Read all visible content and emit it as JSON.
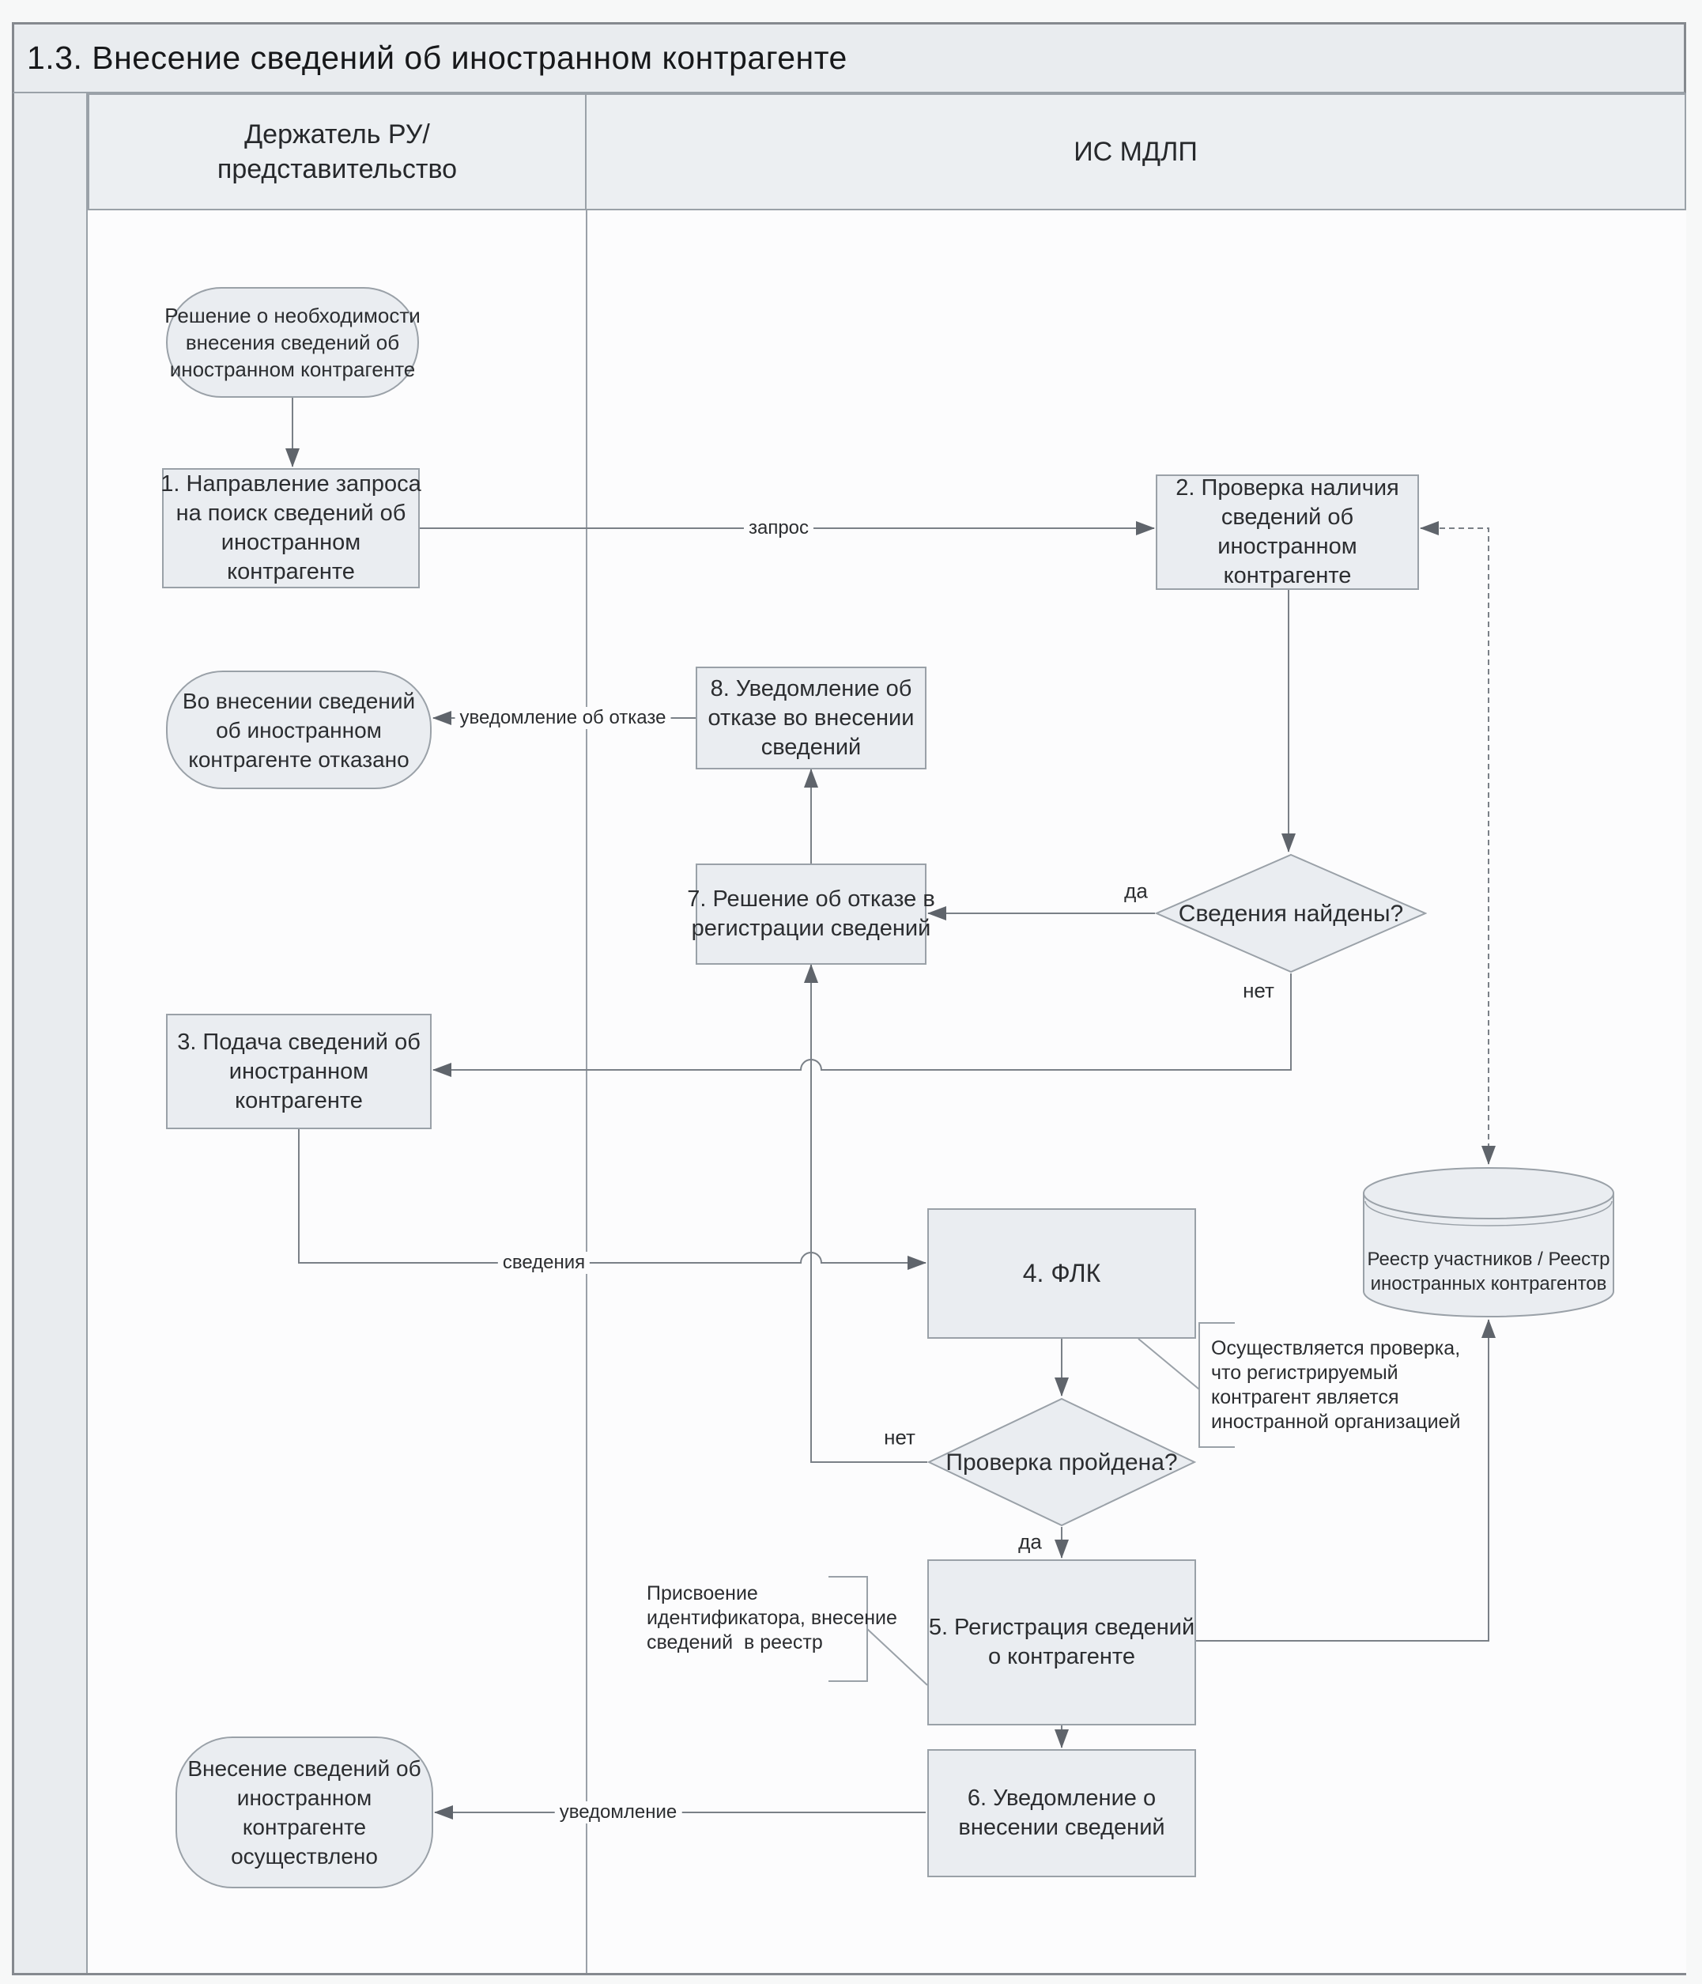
{
  "title": "1.3. Внесение сведений об иностранном контрагенте",
  "lanes": {
    "left": "Держатель РУ/\nпредставительство",
    "right": "ИС МДЛП"
  },
  "nodes": {
    "start": "Решение о необходимости\nвнесения сведений об\nиностранном контрагенте",
    "task1": "1. Направление запроса\nна поиск сведений об\nиностранном\nконтрагенте",
    "task2": "2. Проверка наличия\nсведений об\nиностранном\nконтрагенте",
    "end_refused": "Во внесении сведений\nоб иностранном\nконтрагенте отказано",
    "task8": "8. Уведомление об\nотказе во внесении\nсведений",
    "task7": "7. Решение об отказе в\nрегистрации сведений",
    "decision_found": "Сведения найдены?",
    "task3": "3. Подача сведений об\nиностранном\nконтрагенте",
    "task4": "4. ФЛК",
    "registry": "Реестр участников / Реестр\nиностранных контрагентов",
    "decision_check": "Проверка пройдена?",
    "task5": "5. Регистрация сведений\nо контрагенте",
    "task6": "6. Уведомление о\nвнесении сведений",
    "end_done": "Внесение сведений об\nиностранном\nконтрагенте\nосуществлено"
  },
  "edge_labels": {
    "request": "запрос",
    "refusal_notice": "уведомление об отказе",
    "yes1": "да",
    "no1": "нет",
    "info": "сведения",
    "no2": "нет",
    "yes2": "да",
    "notice": "уведомление"
  },
  "annotations": {
    "flk_note": "Осуществляется проверка,\nчто регистрируемый\nконтрагент является\nиностранной организацией",
    "reg_note": "Присвоение\nидентификатора, внесение\nсведений  в реестр"
  },
  "colors": {
    "shape_fill": "#eaedf1",
    "shape_border": "#9aa1a8",
    "line": "#7a8087",
    "lane_fill": "#e9ecef",
    "text": "#2b2d30"
  }
}
